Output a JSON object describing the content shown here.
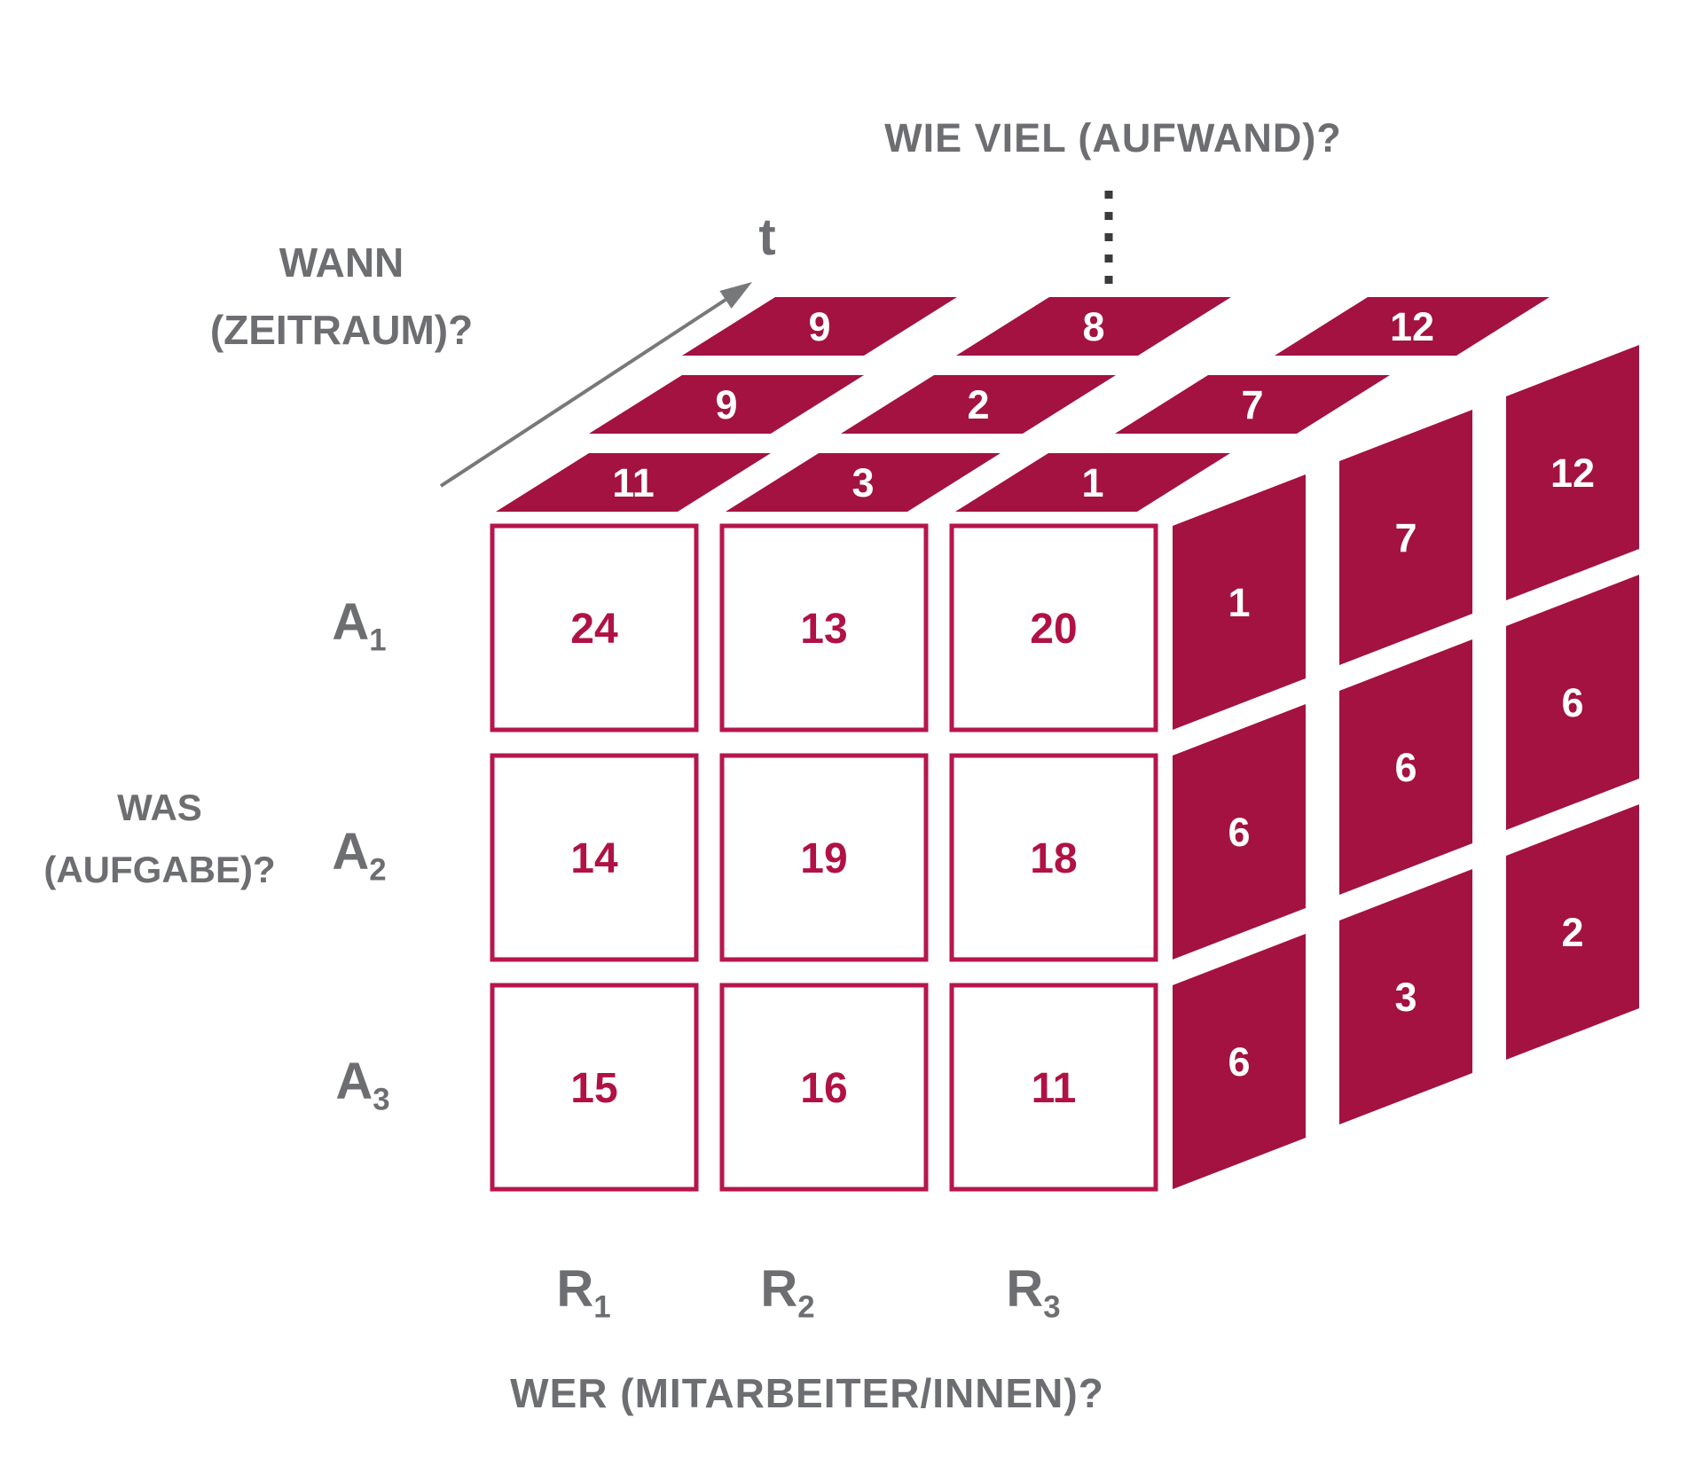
{
  "labels": {
    "effort_axis": "WIE VIEL (AUFWAND)?",
    "time_axis_line1": "WANN",
    "time_axis_line2": "(ZEITRAUM)?",
    "time_axis_symbol": "t",
    "task_axis_line1": "WAS",
    "task_axis_line2": "(AUFGABE)?",
    "people_axis": "WER (MITARBEITER/INNEN)?"
  },
  "row_labels": [
    {
      "base": "A",
      "sub": "1"
    },
    {
      "base": "A",
      "sub": "2"
    },
    {
      "base": "A",
      "sub": "3"
    }
  ],
  "col_labels": [
    {
      "base": "R",
      "sub": "1"
    },
    {
      "base": "R",
      "sub": "2"
    },
    {
      "base": "R",
      "sub": "3"
    }
  ],
  "chart_data": {
    "type": "table",
    "description": "3D data cube: tasks (A1-A3) x staff (R1-R3) x time (t) with effort values on each visible face",
    "front_face": {
      "row_labels": [
        "A1",
        "A2",
        "A3"
      ],
      "col_labels": [
        "R1",
        "R2",
        "R3"
      ],
      "values": [
        [
          24,
          13,
          20
        ],
        [
          14,
          19,
          18
        ],
        [
          15,
          16,
          11
        ]
      ]
    },
    "top_face": {
      "note": "rows listed front to back, columns R1-R3",
      "values": [
        [
          11,
          3,
          1
        ],
        [
          9,
          2,
          7
        ],
        [
          9,
          8,
          12
        ]
      ]
    },
    "right_face": {
      "note": "rows A1-A3 top to bottom, depth near to far",
      "values": [
        [
          1,
          7,
          12
        ],
        [
          6,
          6,
          6
        ],
        [
          6,
          3,
          2
        ]
      ]
    }
  },
  "colors": {
    "cube_red": "#a31240",
    "cell_border": "#b6164b",
    "cell_number": "#b01245",
    "face_number": "#ffffff",
    "label_gray": "#6d6e71",
    "arrow_gray": "#77787a",
    "connector_black": "#3b3b3b",
    "background": "#ffffff"
  }
}
